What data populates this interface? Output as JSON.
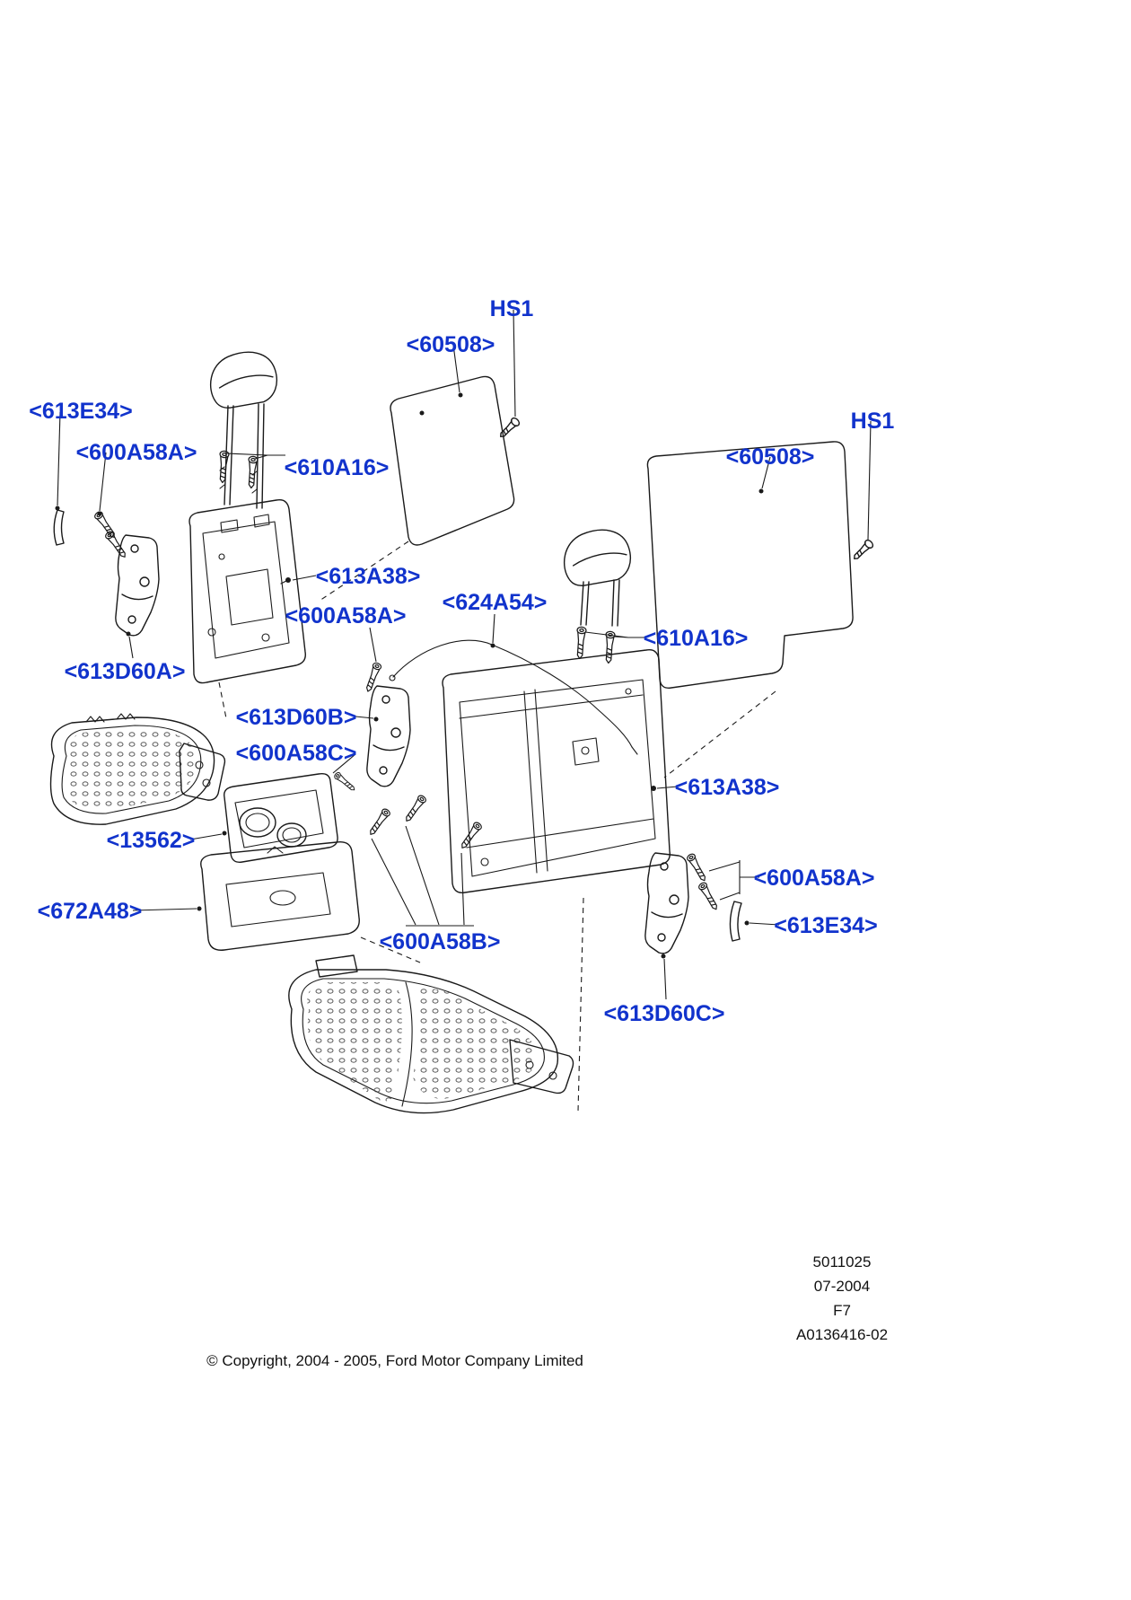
{
  "colors": {
    "label_blue": "#1133cc",
    "line": "#1a1a1a"
  },
  "labels": [
    {
      "id": "hs1-front-panel",
      "text": "HS1"
    },
    {
      "id": "60508-front-panel",
      "text": "<60508>"
    },
    {
      "id": "613e34-front",
      "text": "<613E34>"
    },
    {
      "id": "hs1-rear-panel",
      "text": "HS1"
    },
    {
      "id": "600a58a-front",
      "text": "<600A58A>"
    },
    {
      "id": "610a16-front",
      "text": "<610A16>"
    },
    {
      "id": "60508-rear-panel",
      "text": "<60508>"
    },
    {
      "id": "613a38-front",
      "text": "<613A38>"
    },
    {
      "id": "624a54",
      "text": "<624A54>"
    },
    {
      "id": "600a58a-center",
      "text": "<600A58A>"
    },
    {
      "id": "610a16-rear",
      "text": "<610A16>"
    },
    {
      "id": "613d60a",
      "text": "<613D60A>"
    },
    {
      "id": "613d60b",
      "text": "<613D60B>"
    },
    {
      "id": "600a58c",
      "text": "<600A58C>"
    },
    {
      "id": "613a38-rear",
      "text": "<613A38>"
    },
    {
      "id": "13562",
      "text": "<13562>"
    },
    {
      "id": "600a58a-rear",
      "text": "<600A58A>"
    },
    {
      "id": "672a48",
      "text": "<672A48>"
    },
    {
      "id": "613e34-rear",
      "text": "<613E34>"
    },
    {
      "id": "600a58b",
      "text": "<600A58B>"
    },
    {
      "id": "613d60c",
      "text": "<613D60C>"
    }
  ],
  "footer": {
    "copyright": "© Copyright, 2004 - 2005, Ford Motor Company Limited",
    "ref": {
      "number": "5011025",
      "date": "07-2004",
      "sheet": "F7",
      "drawing": "A0136416-02"
    }
  }
}
